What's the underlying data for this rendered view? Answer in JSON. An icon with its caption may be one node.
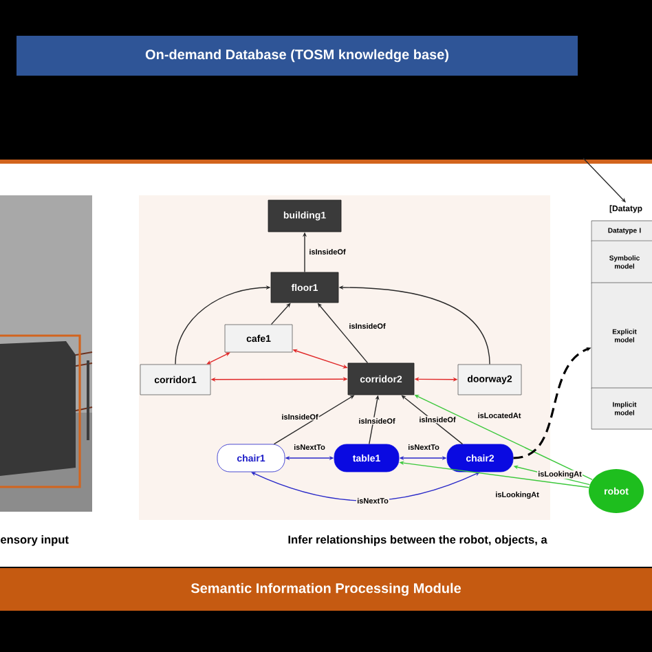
{
  "diagram": {
    "nodes": [
      {
        "text": [
          "On-demand Database (TOSM knowledge base)"
        ]
      },
      {
        "text": [
          "building1"
        ]
      },
      {
        "text": [
          "floor1"
        ]
      },
      {
        "text": [
          "cafe1"
        ]
      },
      {
        "text": [
          "corridor1"
        ]
      },
      {
        "text": [
          "corridor2"
        ]
      },
      {
        "text": [
          "doorway2"
        ]
      },
      {
        "text": [
          "chair1"
        ]
      },
      {
        "text": [
          "table1"
        ]
      },
      {
        "text": [
          "chair2"
        ]
      },
      {
        "text": [
          "robot"
        ]
      },
      {
        "text": [
          "[Datatyp"
        ]
      },
      {
        "text": [
          "Datatype I"
        ]
      },
      {
        "text": [
          "Symbolic model"
        ]
      },
      {
        "text": [
          "Explicit model"
        ]
      },
      {
        "text": [
          "Implicit model"
        ]
      },
      {
        "text": [
          "Semantic Information Processing Module"
        ]
      }
    ],
    "edges": [
      {
        "from": 2,
        "to": 1,
        "arrow": "to",
        "label": "isInsideOf"
      },
      {
        "from": 4,
        "to": 2,
        "arrow": "to"
      },
      {
        "from": 3,
        "to": 2,
        "arrow": "to"
      },
      {
        "from": 5,
        "to": 2,
        "arrow": "to",
        "label": "isInsideOf"
      },
      {
        "from": 6,
        "to": 2,
        "arrow": "to"
      },
      {
        "from": 4,
        "to": 3,
        "arrow": "both",
        "color": "#e02828"
      },
      {
        "from": 3,
        "to": 5,
        "arrow": "both",
        "color": "#e02828"
      },
      {
        "from": 4,
        "to": 5,
        "arrow": "both",
        "color": "#e02828"
      },
      {
        "from": 5,
        "to": 6,
        "arrow": "both",
        "color": "#e02828"
      },
      {
        "from": 7,
        "to": 5,
        "arrow": "to",
        "label": "isInsideOf"
      },
      {
        "from": 8,
        "to": 5,
        "arrow": "to",
        "label": "isInsideOf"
      },
      {
        "from": 9,
        "to": 5,
        "arrow": "to",
        "label": "isInsideOf"
      },
      {
        "from": 7,
        "to": 8,
        "arrow": "both",
        "label": "isNextTo",
        "color": "#2828c8"
      },
      {
        "from": 8,
        "to": 9,
        "arrow": "both",
        "label": "isNextTo",
        "color": "#2828c8"
      },
      {
        "from": 7,
        "to": 9,
        "arrow": "both",
        "label": "isNextTo",
        "color": "#2828c8"
      },
      {
        "from": 10,
        "to": 5,
        "arrow": "to",
        "label": "isLocatedAt",
        "color": "#3cc83c"
      },
      {
        "from": 10,
        "to": 9,
        "arrow": "to",
        "label": "isLookingAt",
        "color": "#3cc83c"
      },
      {
        "from": 10,
        "to": 8,
        "arrow": "to",
        "label": "isLookingAt",
        "color": "#3cc83c"
      },
      {
        "from": 9,
        "to": 14,
        "arrow": "to",
        "style": "dashed"
      },
      {
        "from": null,
        "to": 11,
        "arrow": "to"
      }
    ],
    "labels": [
      "ensory input",
      "Infer relationships between the robot, objects, a"
    ]
  }
}
